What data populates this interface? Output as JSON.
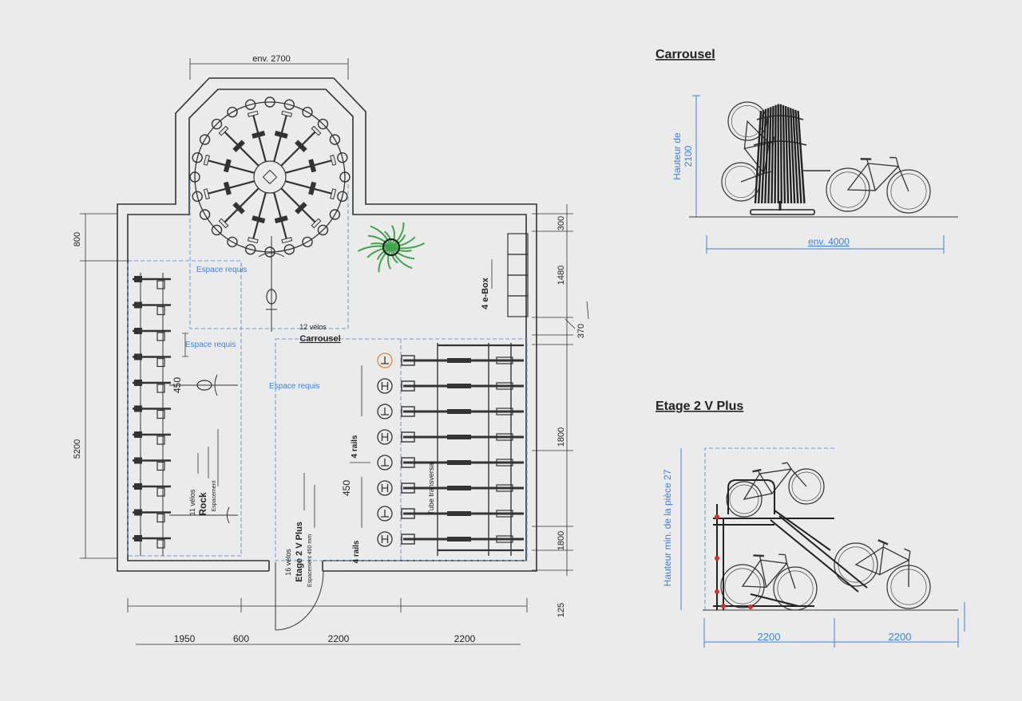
{
  "plan": {
    "dim_top": "env. 2700",
    "dim_left_top": "800",
    "dim_left_main": "5200",
    "dim_right": [
      "300",
      "1480",
      "370",
      "1800",
      "1800",
      "125"
    ],
    "dim_bottom": [
      "1950",
      "600",
      "2200",
      "2200"
    ],
    "espace_requis": [
      "Espace requis",
      "Espace requis",
      "Espace requis"
    ],
    "carrousel_count": "12 vélos",
    "carrousel_label": "Carrousel",
    "ebox_label": "4 e-Box",
    "rock_spacing": "450",
    "rock_count": "11 vélos",
    "rock_label": "Rock",
    "rock_spacing_label": "Espacement",
    "rails_top": "4 rails",
    "rails_spacing": "450",
    "rails_bottom": "4 rails",
    "tube_label": "Tube transversal",
    "etage_count": "16 vélos",
    "etage_label": "Etage 2 V Plus",
    "etage_spacing": "Espacement 450 mm"
  },
  "carrousel_view": {
    "title": "Carrousel",
    "height_label": "Hauteur de",
    "height_value": "2100",
    "width_label": "env. 4000"
  },
  "etage_view": {
    "title": "Etage 2 V Plus",
    "height_label": "Hauteur min. de la pièce 27",
    "widths": [
      "2200",
      "2200"
    ]
  },
  "icons": [
    "plant-icon",
    "rail-end-icon",
    "bicycle-icon",
    "door-icon",
    "e-box-icon"
  ],
  "colors": {
    "ink": "#333333",
    "blue": "#3f7fdc",
    "plant": "#3fa54a",
    "orange": "#e08a2c",
    "red": "#d32f2f",
    "background": "#ebebeb"
  }
}
